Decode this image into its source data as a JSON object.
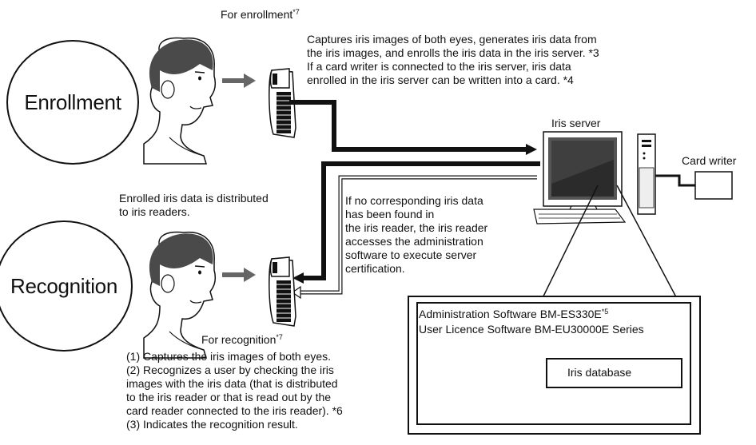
{
  "enrollment": {
    "circle_label": "Enrollment",
    "caption": "For enrollment",
    "caption_note": "*7",
    "desc_lines": [
      "Captures iris images of both eyes, generates iris data from",
      "the iris  images, and enrolls the iris data in the iris server. *3",
      "If a card writer is connected to the iris server, iris data",
      "enrolled in the iris server can be written into a card. *4"
    ]
  },
  "server": {
    "label": "Iris server",
    "card_writer": "Card writer"
  },
  "distribution": {
    "lines": [
      "Enrolled iris data is distributed",
      "to iris readers."
    ]
  },
  "certification": {
    "lines": [
      "If no corresponding iris data",
      "has been found in",
      "the iris reader, the iris reader",
      "accesses the administration",
      "software to execute server",
      "certification."
    ]
  },
  "recognition": {
    "circle_label": "Recognition",
    "caption": "For recognition",
    "caption_note": "*7",
    "steps": [
      "(1) Captures the iris images of both eyes.",
      "(2) Recognizes a user by checking the iris",
      "images with the iris data (that is distributed",
      "to the iris reader or that is read out by the",
      "card reader connected to the iris reader). *6",
      "(3) Indicates the recognition result."
    ]
  },
  "software": {
    "line1": "Administration Software BM-ES330E",
    "line1_note": "*5",
    "line2": "User Licence Software BM-EU30000E Series",
    "database": "Iris database"
  }
}
